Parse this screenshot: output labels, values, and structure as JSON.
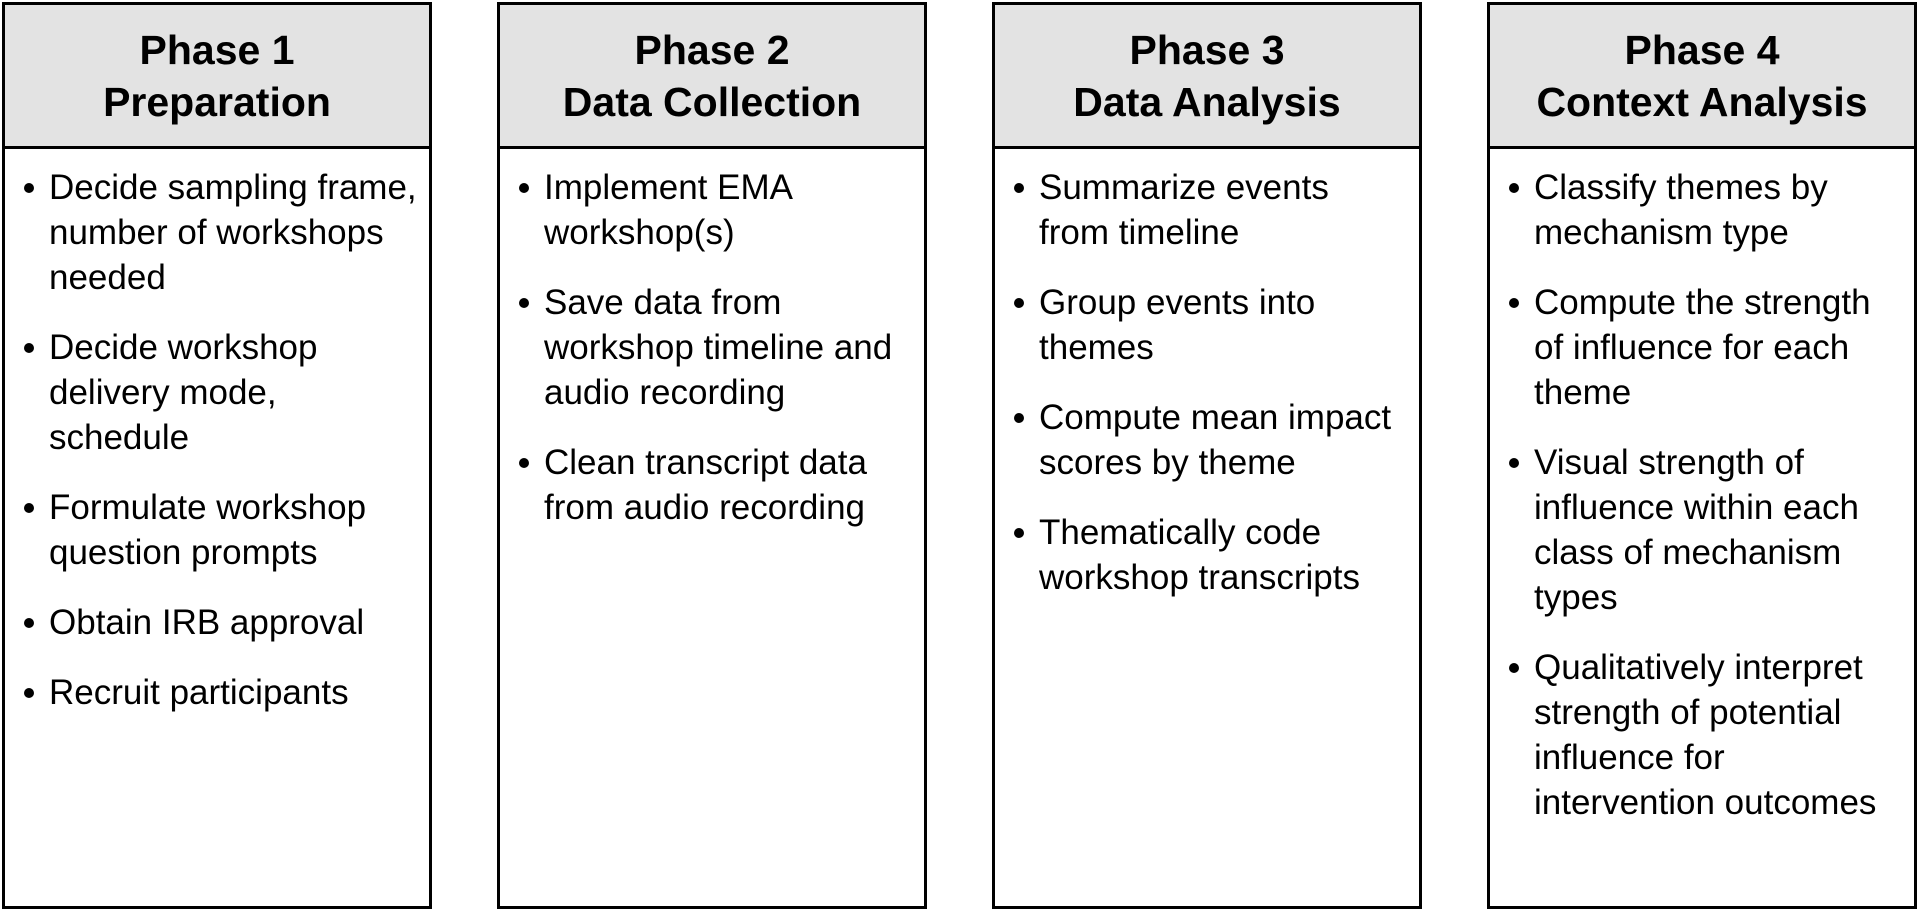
{
  "phases": [
    {
      "number_label": "Phase 1",
      "title": "Preparation",
      "items": [
        "Decide sampling frame, number of workshops needed",
        "Decide workshop delivery mode, schedule",
        "Formulate workshop question prompts",
        "Obtain IRB approval",
        "Recruit participants"
      ]
    },
    {
      "number_label": "Phase 2",
      "title": "Data Collection",
      "items": [
        "Implement EMA workshop(s)",
        "Save data from workshop timeline and audio recording",
        "Clean transcript data from audio recording"
      ]
    },
    {
      "number_label": "Phase 3",
      "title": "Data Analysis",
      "items": [
        "Summarize events from timeline",
        "Group events into themes",
        "Compute mean impact scores by theme",
        "Thematically code workshop transcripts"
      ]
    },
    {
      "number_label": "Phase 4",
      "title": "Context Analysis",
      "items": [
        "Classify themes by mechanism type",
        "Compute the strength of influence for each theme",
        "Visual strength of influence within each class of mechanism types",
        "Qualitatively interpret strength of potential influence for intervention outcomes"
      ]
    }
  ]
}
